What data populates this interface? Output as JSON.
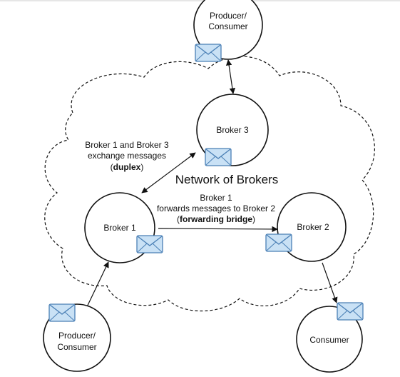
{
  "diagram": {
    "title": "Network of Brokers",
    "nodes": {
      "producer_top": {
        "line1": "Producer/",
        "line2": "Consumer"
      },
      "broker3": {
        "label": "Broker 3"
      },
      "broker1": {
        "label": "Broker 1"
      },
      "broker2": {
        "label": "Broker 2"
      },
      "producer_bottom": {
        "line1": "Producer/",
        "line2": "Consumer"
      },
      "consumer": {
        "label": "Consumer"
      }
    },
    "annotations": {
      "duplex": {
        "line1": "Broker 1 and Broker 3",
        "line2": "exchange messages",
        "paren_open": "(",
        "bold": "duplex",
        "paren_close": ")"
      },
      "forward": {
        "line1": "Broker 1",
        "line2": "forwards messages to Broker 2",
        "paren_open": "(",
        "bold": "forwarding bridge",
        "paren_close": ")"
      }
    },
    "icons": [
      "envelope-icon"
    ],
    "colors": {
      "envelope_fill": "#c9e1f5",
      "envelope_stroke": "#4a7fb5",
      "line": "#111111"
    }
  }
}
